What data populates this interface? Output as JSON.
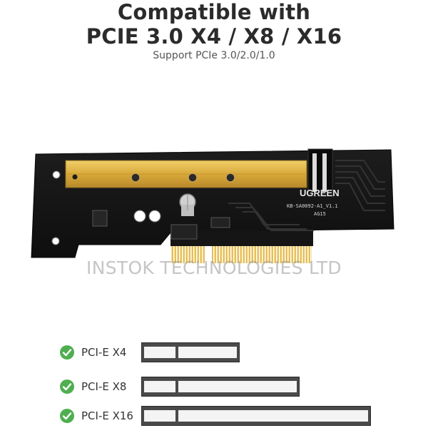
{
  "header": {
    "title_line1": "Compatible with",
    "title_line2": "PCIE 3.0 X4 / X8 / X16",
    "subtitle": "Support PCIe 3.0/2.0/1.0"
  },
  "board": {
    "brand": "UGREEN",
    "model": "KB-SA0092-A1_V1.1",
    "code": "AG15",
    "colors": {
      "pcb": "#141414",
      "gold": "#d9a93a",
      "trace": "#2e2e2e"
    }
  },
  "watermark": "INSTOK TECHNOLOGIES LTD",
  "slots": [
    {
      "label": "PCI-E X4",
      "check_icon": "check-circle-icon"
    },
    {
      "label": "PCI-E X8",
      "check_icon": "check-circle-icon"
    },
    {
      "label": "PCI-E X16",
      "check_icon": "check-circle-icon"
    }
  ],
  "accent_color": "#4fae4f"
}
